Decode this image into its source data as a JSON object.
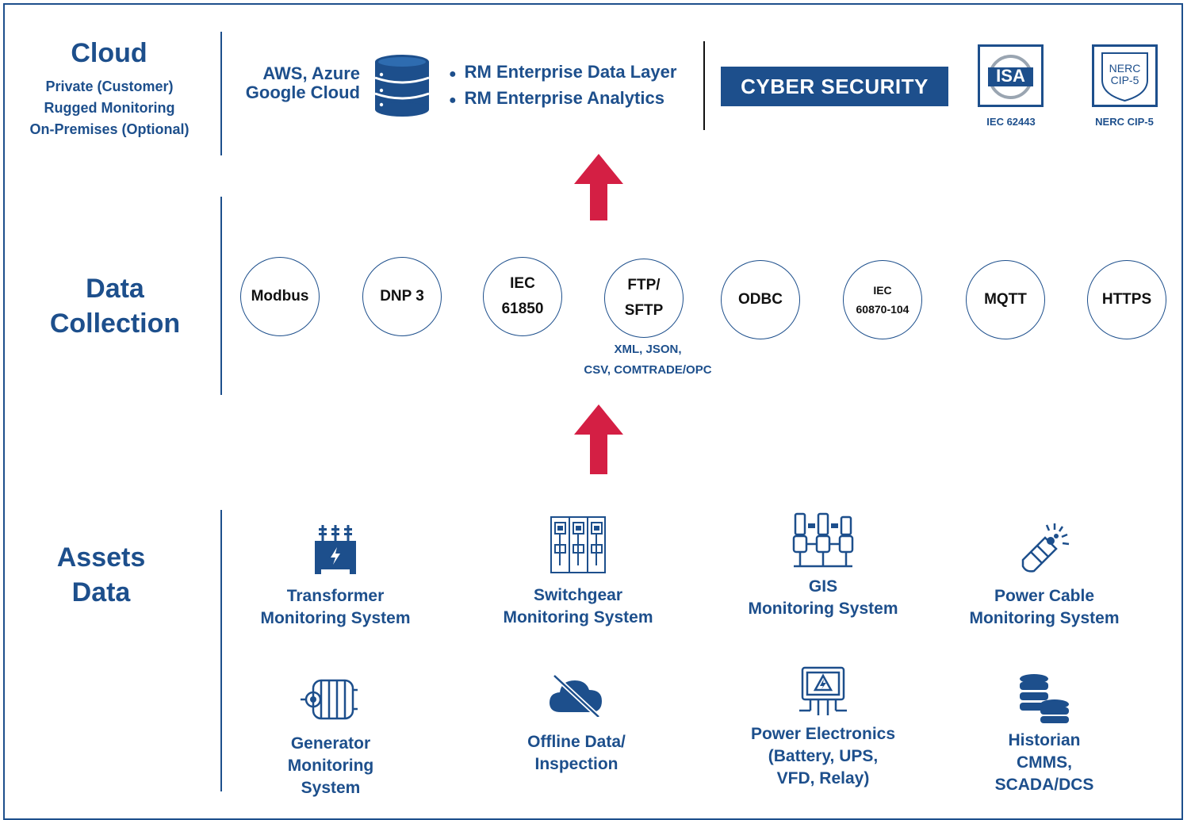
{
  "cloud": {
    "title": "Cloud",
    "sub1": "Private (Customer)",
    "sub2": "Rugged Monitoring",
    "sub3": "On-Premises (Optional)",
    "providers1": "AWS, Azure",
    "providers2": "Google Cloud",
    "bullet1": "RM Enterprise Data Layer",
    "bullet2": "RM Enterprise Analytics",
    "badge": "CYBER SECURITY",
    "cert1_logo": "ISA",
    "cert1_caption": "IEC 62443",
    "cert2_logo1": "NERC",
    "cert2_logo2": "CIP-5",
    "cert2_caption": "NERC CIP-5"
  },
  "data_collection": {
    "title1": "Data",
    "title2": "Collection",
    "protocols": [
      {
        "l1": "Modbus",
        "l2": ""
      },
      {
        "l1": "DNP 3",
        "l2": ""
      },
      {
        "l1": "IEC",
        "l2": "61850"
      },
      {
        "l1": "FTP/",
        "l2": "SFTP"
      },
      {
        "l1": "ODBC",
        "l2": ""
      },
      {
        "l1": "IEC",
        "l2": "60870-104"
      },
      {
        "l1": "MQTT",
        "l2": ""
      },
      {
        "l1": "HTTPS",
        "l2": ""
      }
    ],
    "formats1": "XML, JSON,",
    "formats2": "CSV, COMTRADE/OPC"
  },
  "assets": {
    "title1": "Assets",
    "title2": "Data",
    "items": [
      {
        "l1": "Transformer",
        "l2": "Monitoring System",
        "l3": "",
        "icon": "transformer-icon"
      },
      {
        "l1": "Switchgear",
        "l2": "Monitoring System",
        "l3": "",
        "icon": "switchgear-icon"
      },
      {
        "l1": "GIS",
        "l2": "Monitoring System",
        "l3": "",
        "icon": "gis-icon"
      },
      {
        "l1": "Power Cable",
        "l2": "Monitoring System",
        "l3": "",
        "icon": "power-cable-icon"
      },
      {
        "l1": "Generator",
        "l2": "Monitoring",
        "l3": "System",
        "icon": "generator-icon"
      },
      {
        "l1": "Offline Data/",
        "l2": "Inspection",
        "l3": "",
        "icon": "cloud-off-icon"
      },
      {
        "l1": "Power Electronics",
        "l2": "(Battery, UPS,",
        "l3": "VFD, Relay)",
        "icon": "power-electronics-icon"
      },
      {
        "l1": "Historian",
        "l2": "CMMS,",
        "l3": "SCADA/DCS",
        "icon": "database-icon"
      }
    ]
  },
  "colors": {
    "primary": "#1d4f8c",
    "arrow": "#d41f44"
  }
}
